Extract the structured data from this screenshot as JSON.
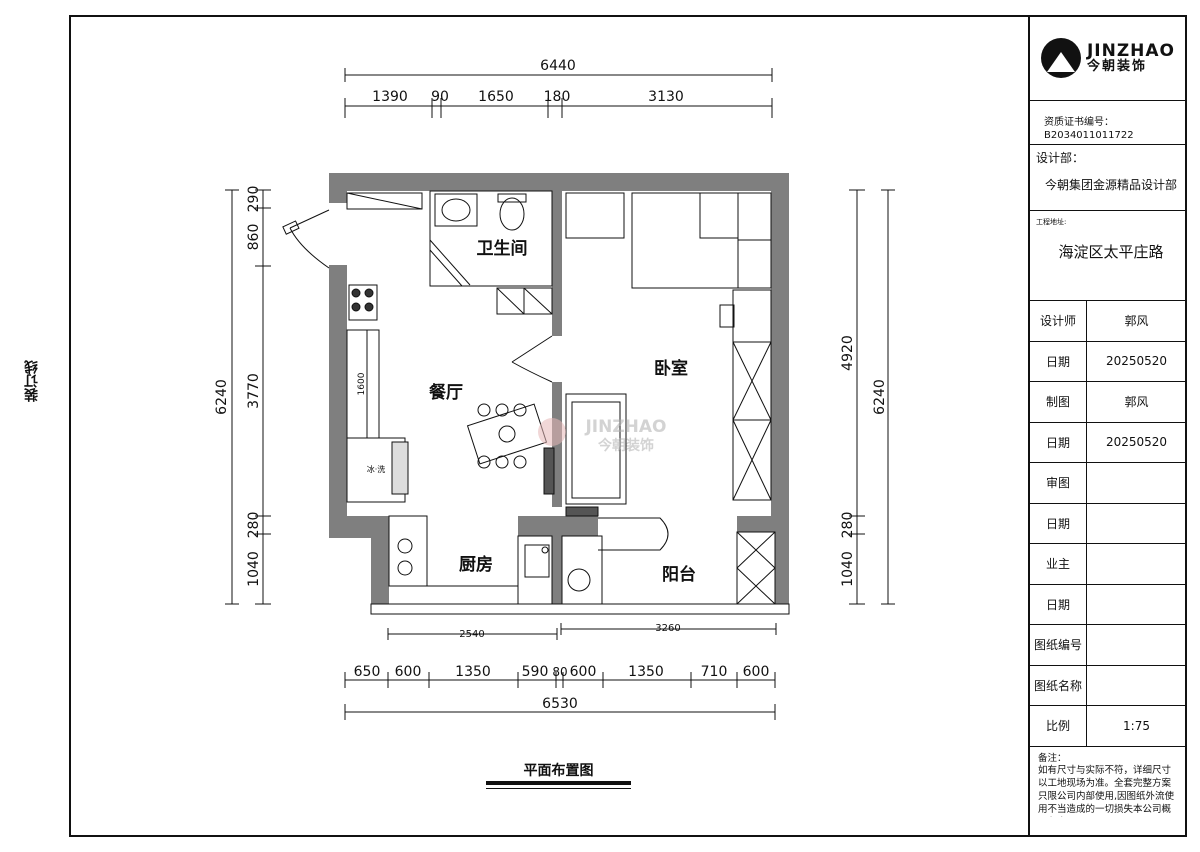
{
  "drawing_title": "平面布置图",
  "binding_line": "装订线",
  "watermark": {
    "en": "JINZHAO",
    "cn": "今朝装饰"
  },
  "rooms": {
    "bathroom": "卫生间",
    "dining": "餐厅",
    "bedroom": "卧室",
    "kitchen": "厨房",
    "balcony": "阳台"
  },
  "furniture_labels": {
    "fridge": "1600",
    "washer": "冰·洗"
  },
  "dims_top": {
    "total": "6440",
    "segments": [
      "1390",
      "90",
      "1650",
      "180",
      "3130"
    ]
  },
  "dims_bottom": {
    "total": "6530",
    "segments": [
      "650",
      "600",
      "1350",
      "590",
      "80",
      "600",
      "1350",
      "710",
      "600"
    ]
  },
  "dims_inner_bottom": [
    "2540",
    "3260"
  ],
  "dims_left": {
    "total": "6240",
    "segments": [
      "290",
      "860",
      "3770",
      "280",
      "1040"
    ]
  },
  "dims_right": {
    "total": "6240",
    "segments": [
      "4920",
      "280",
      "1040"
    ]
  },
  "title_block": {
    "brand_en": "JINZHAO",
    "brand_cn": "今朝装饰",
    "cert_label": "资质证书编号：",
    "cert_no": "B2034011011722",
    "dept_label": "设计部：",
    "dept_value": "今朝集团金源精品设计部",
    "address_label": "工程地址:",
    "address_value": "海淀区太平庄路",
    "rows": [
      {
        "k": "设计师",
        "v": "郭风"
      },
      {
        "k": "日期",
        "v": "20250520"
      },
      {
        "k": "制图",
        "v": "郭风"
      },
      {
        "k": "日期",
        "v": "20250520"
      },
      {
        "k": "审图",
        "v": ""
      },
      {
        "k": "日期",
        "v": ""
      },
      {
        "k": "业主",
        "v": ""
      },
      {
        "k": "日期",
        "v": ""
      },
      {
        "k": "图纸编号",
        "v": ""
      },
      {
        "k": "图纸名称",
        "v": ""
      },
      {
        "k": "比例",
        "v": "1:75"
      }
    ],
    "note_label": "备注：",
    "note_text": "如有尺寸与实际不符，详细尺寸以工地现场为准。全套完整方案只限公司内部使用,因图纸外流使用不当造成的一切损失本公司概不负责。"
  },
  "colors": {
    "wall": "#7f7f7f",
    "line": "#111111",
    "watermark": "#c9c9c9",
    "watermark_accent": "#e6b8b8"
  }
}
